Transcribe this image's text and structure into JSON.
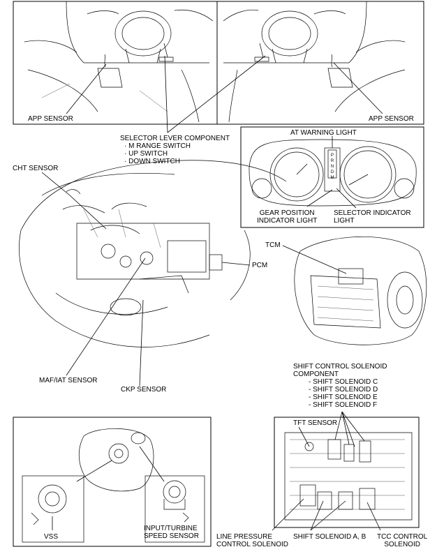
{
  "labels": {
    "app_sensor_left": "APP SENSOR",
    "app_sensor_right": "APP SENSOR",
    "selector_lever": {
      "title": "SELECTOR LEVER COMPONENT",
      "items": [
        "M RANGE SWITCH",
        "UP SWITCH",
        "DOWN SWITCH"
      ]
    },
    "at_warning_light": "AT WARNING LIGHT",
    "gear_position_indicator": [
      "GEAR POSITION",
      "INDICATOR LIGHT"
    ],
    "selector_indicator": [
      "SELECTOR INDICATOR",
      "LIGHT"
    ],
    "cht_sensor": "CHT SENSOR",
    "tcm": "TCM",
    "pcm": "PCM",
    "maf_iat_sensor": "MAF/IAT SENSOR",
    "ckp_sensor": "CKP SENSOR",
    "shift_control": {
      "title": [
        "SHIFT CONTROL SOLENOID",
        "COMPONENT"
      ],
      "items": [
        "SHIFT SOLENOID C",
        "SHIFT SOLENOID D",
        "SHIFT SOLENOID E",
        "SHIFT SOLENOID F"
      ]
    },
    "tft_sensor": "TFT SENSOR",
    "vss": "VSS",
    "input_turbine_sensor": [
      "INPUT/TURBINE",
      "SPEED SENSOR"
    ],
    "line_pressure": [
      "LINE PRESSURE",
      "CONTROL SOLENOID"
    ],
    "shift_solenoid_ab": "SHIFT SOLENOID A, B",
    "tcc_control": [
      "TCC CONTROL",
      "SOLENOID"
    ]
  },
  "gauge_letters": [
    "P",
    "R",
    "N",
    "D",
    "M"
  ]
}
